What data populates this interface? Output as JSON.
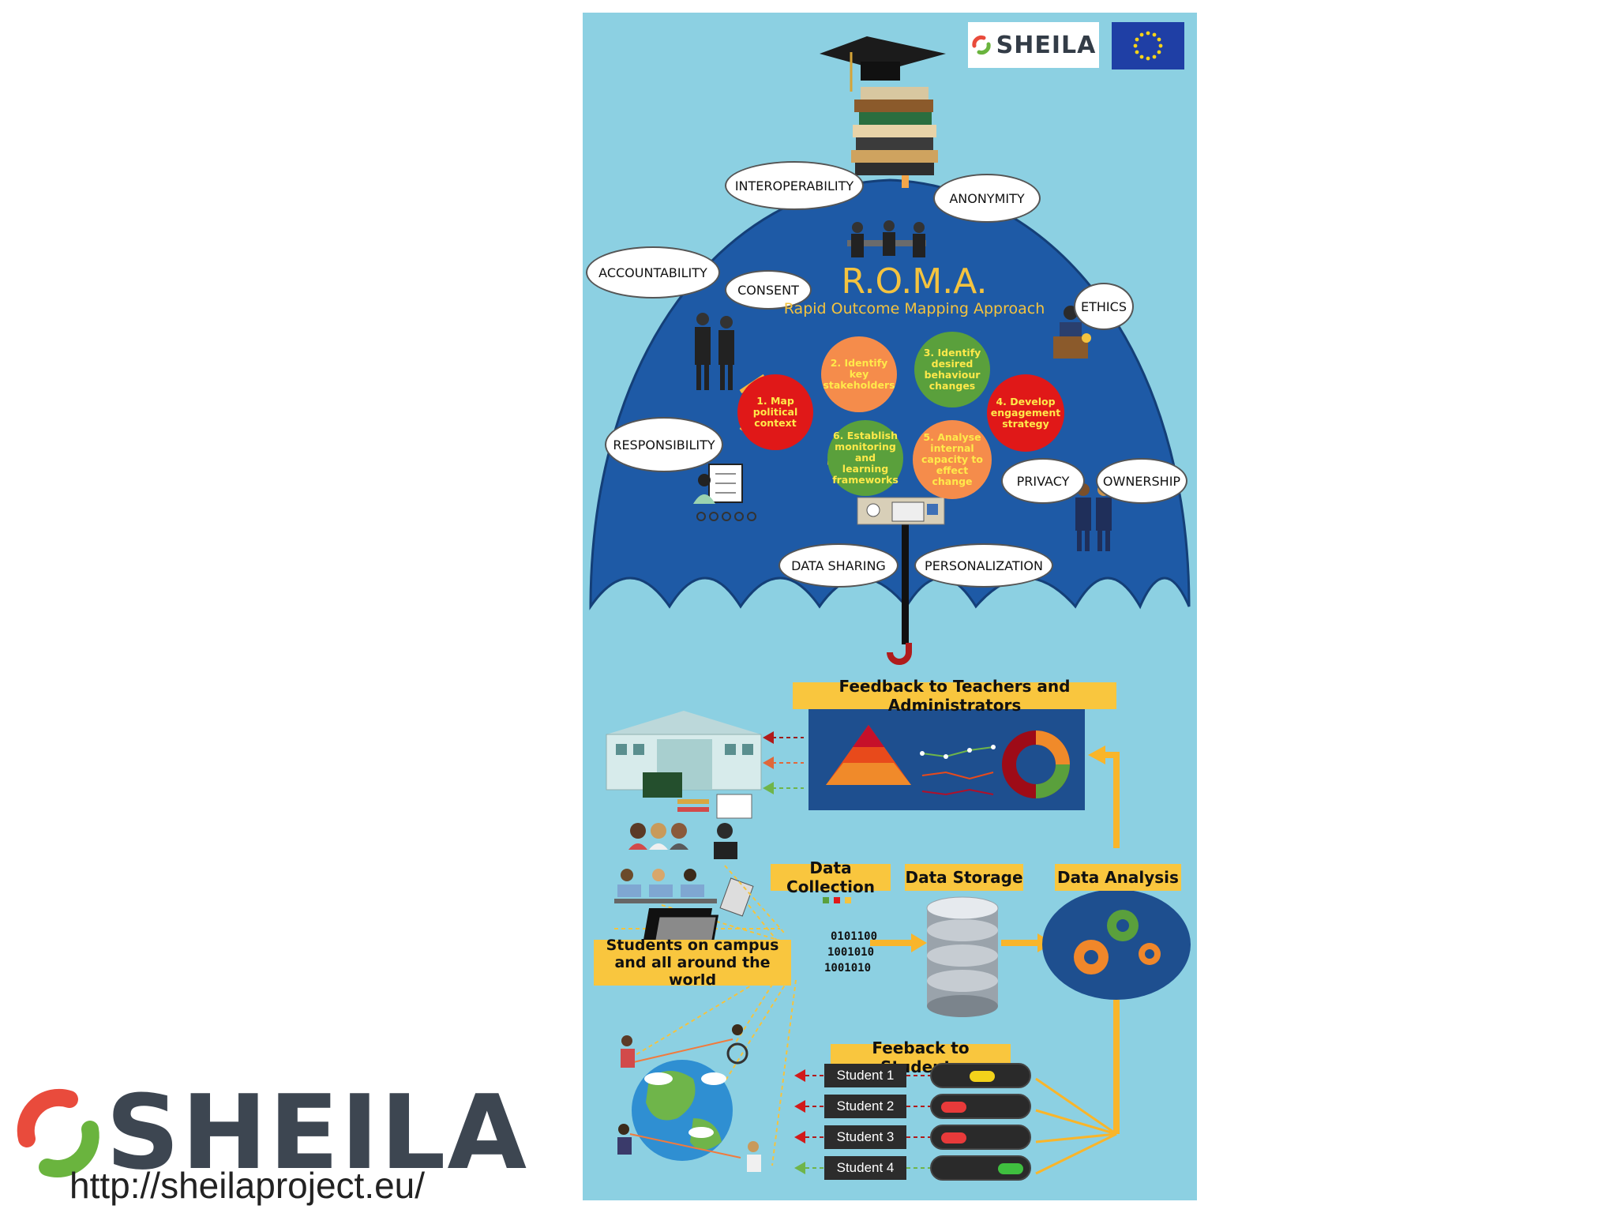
{
  "brand": {
    "name": "SHEILA",
    "url": "http://sheilaproject.eu/",
    "accent_red": "#e94b3c",
    "accent_green": "#6ab43e",
    "text_dark": "#3d4651"
  },
  "roma": {
    "title": "R.O.M.A.",
    "subtitle": "Rapid Outcome Mapping Approach"
  },
  "values": {
    "interoperability": "INTEROPERABILITY",
    "anonymity": "ANONYMITY",
    "accountability": "ACCOUNTABILITY",
    "consent": "CONSENT",
    "ethics": "ETHICS",
    "responsibility": "RESPONSIBILITY",
    "privacy": "PRIVACY",
    "ownership": "OWNERSHIP",
    "data_sharing": "DATA SHARING",
    "personalization": "PERSONALIZATION"
  },
  "steps": [
    {
      "label": "1. Map political context",
      "color": "#e01818"
    },
    {
      "label": "2. Identify key stakeholders",
      "color": "#f58c4b"
    },
    {
      "label": "3. Identify desired behaviour changes",
      "color": "#5aa03c"
    },
    {
      "label": "4. Develop engagement strategy",
      "color": "#e01818"
    },
    {
      "label": "5. Analyse internal capacity to effect change",
      "color": "#f58c4b"
    },
    {
      "label": "6. Establish monitoring and learning frameworks",
      "color": "#5aa03c"
    }
  ],
  "pipeline": {
    "feedback_teachers": "Feedback to Teachers and Administrators",
    "data_collection": "Data Collection",
    "data_storage": "Data Storage",
    "data_analysis": "Data Analysis",
    "students_campus": "Students on campus and all around the world",
    "feedback_students": "Feeback to Students",
    "binary_text": [
      "0101100",
      "1001010",
      "1001010"
    ]
  },
  "students": [
    {
      "name": "Student 1",
      "light": "#f2d21b"
    },
    {
      "name": "Student 2",
      "light": "#e83a3a"
    },
    {
      "name": "Student 3",
      "light": "#e83a3a"
    },
    {
      "name": "Student 4",
      "light": "#3fbf3f"
    }
  ]
}
